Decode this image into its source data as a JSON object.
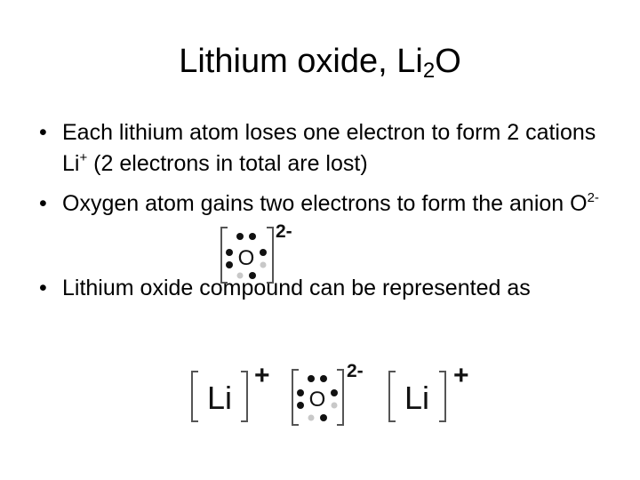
{
  "slide": {
    "title_main": "Lithium oxide, Li",
    "title_sub": "2",
    "title_end": "O",
    "bullet_symbol": "•",
    "bullets": [
      {
        "pre": "Each lithium atom loses one electron to form 2 cations Li",
        "sup": "+",
        "post": " (2 electrons in total are lost)"
      },
      {
        "pre": "Oxygen atom gains two electrons to form the anion O",
        "sup": "2-",
        "post": ""
      },
      {
        "pre": "Lithium oxide compound can be represented as",
        "sup": "",
        "post": ""
      }
    ]
  },
  "lewis": {
    "oxide_symbol": "O",
    "oxide_charge": "2-",
    "lithium_symbol": "Li",
    "lithium_charge": "+"
  }
}
